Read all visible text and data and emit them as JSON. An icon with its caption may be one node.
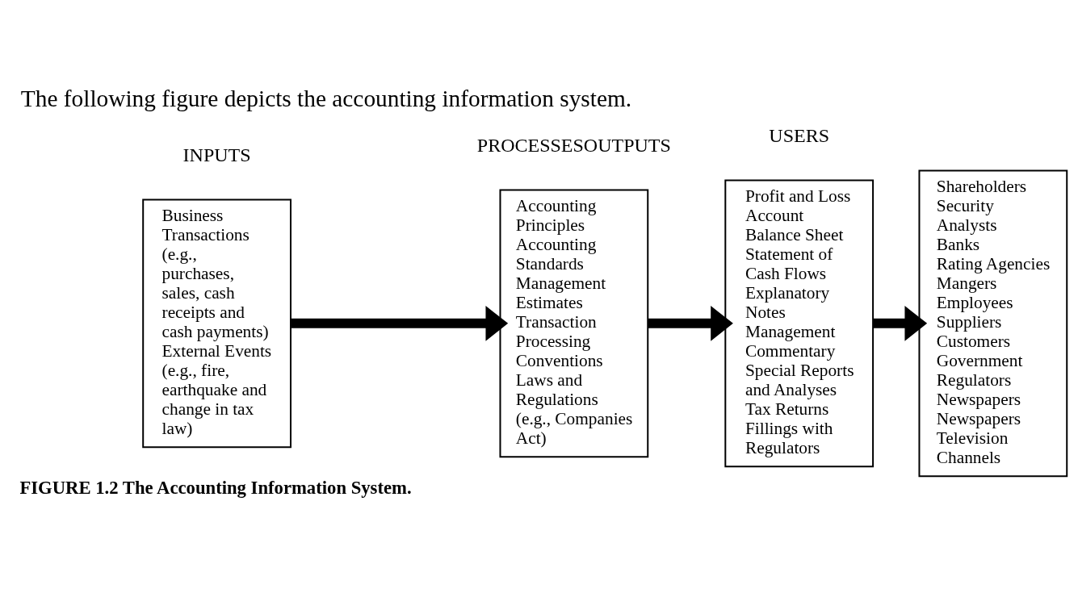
{
  "diagram": {
    "title": "The following figure depicts the accounting information system.",
    "caption": "FIGURE 1.2 The Accounting Information System.",
    "nodes": [
      {
        "text": [
          "Business Transactions (e.g., purchases, sales, cash receipts and cash payments)",
          "External Events (e.g., fire, earthquake and change in tax law)"
        ]
      },
      {
        "text": [
          "Accounting Principles",
          "Accounting Standards",
          "Management Estimates",
          "Transaction Processing Conventions",
          "Laws and Regulations (e.g., Companies Act)"
        ]
      },
      {
        "text": [
          "Profit and Loss Account",
          "Balance Sheet",
          "Statement of Cash Flows",
          "Explanatory Notes",
          "Management Commentary",
          "Special Reports and Analyses",
          "Tax Returns",
          "Fillings with Regulators"
        ]
      },
      {
        "text": [
          "Shareholders",
          "Security Analysts",
          "Banks",
          "Rating Agencies",
          "Mangers",
          "Employees",
          "Suppliers",
          "Customers",
          "Government",
          "Regulators",
          "Newspapers",
          "Newspapers",
          "Television Channels"
        ]
      }
    ],
    "edges": [
      {
        "from": 0,
        "to": 1,
        "arrow": "to"
      },
      {
        "from": 1,
        "to": 2,
        "arrow": "to"
      },
      {
        "from": 2,
        "to": 3,
        "arrow": "to"
      }
    ],
    "labels": [
      "INPUTS",
      "PROCESSESOUTPUTS",
      "USERS"
    ]
  }
}
